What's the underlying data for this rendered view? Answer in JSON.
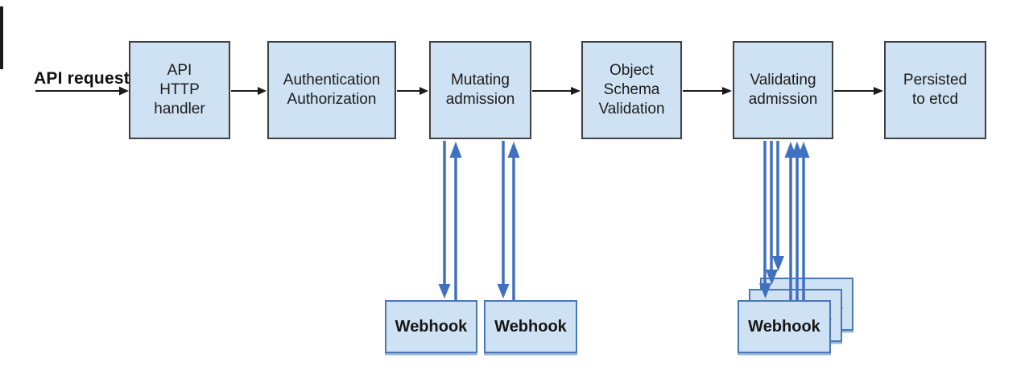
{
  "colors": {
    "node_fill": "#cfe2f3",
    "node_border": "#3f3f3f",
    "webhook_border": "#4878b8",
    "arrow_black": "#1a1a1a",
    "arrow_blue": "#4070c0"
  },
  "flow": {
    "request_label": "API request",
    "nodes": [
      {
        "id": "api-http-handler",
        "label": "API\nHTTP\nhandler"
      },
      {
        "id": "authentication-authorization",
        "label": "Authentication\nAuthorization"
      },
      {
        "id": "mutating-admission",
        "label": "Mutating\nadmission"
      },
      {
        "id": "object-schema-validation",
        "label": "Object\nSchema\nValidation"
      },
      {
        "id": "validating-admission",
        "label": "Validating\nadmission"
      },
      {
        "id": "persisted-to-etcd",
        "label": "Persisted\nto etcd"
      }
    ],
    "mutating_webhooks": [
      {
        "label": "Webhook"
      },
      {
        "label": "Webhook"
      }
    ],
    "validating_webhooks": [
      {
        "label": "Webhook"
      },
      {
        "label": "Webhook"
      },
      {
        "label": "Webhook"
      }
    ]
  }
}
